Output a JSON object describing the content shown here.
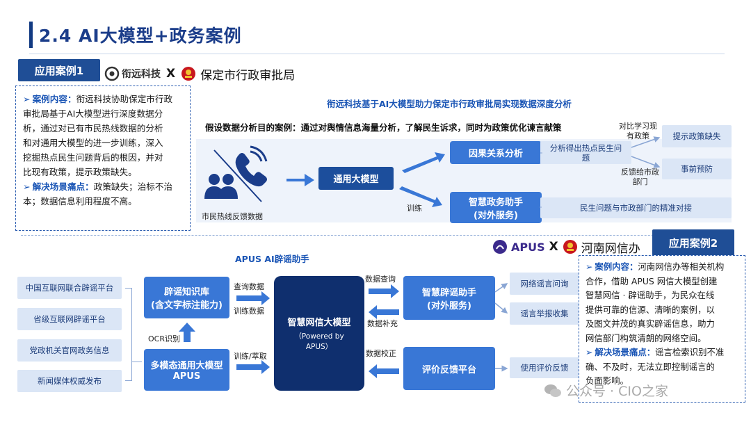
{
  "page_title": "2.4 AI大模型+政务案例",
  "case1": {
    "tag": "应用案例1",
    "company": "衔远科技",
    "x": "X",
    "partner": "保定市行政审批局",
    "content_head": "案例内容：",
    "content_lines": [
      "衔远科技协助保定市行政",
      "审批局基于AI大模型进行深度数据分",
      "析，通过对已有市民热线数据的分析",
      "和对通用大模型的进一步训练，深入",
      "挖掘热点民生问题背后的根因，并对",
      "比现有政策，提示政策缺失。"
    ],
    "pain_head": "解决场景痛点：",
    "pain_lines": [
      "政策缺失；治标不治",
      "本；数据信息利用程度不高。"
    ],
    "diagram_title": "衔远科技基于AI大模型助力保定市行政审批局实现数据深度分析",
    "subtitle": "假设数据分析目的案例：通过对舆情信息海量分析，了解民生诉求，同时为政策优化谏言献策",
    "hotline_label": "市民热线反馈数据",
    "general_model": "通用大模型",
    "causal": "因果关系分析",
    "train": "训练",
    "assistant_l1": "智慧政务助手",
    "assistant_l2": "(对外服务)",
    "analysis_l1": "分析得出热点民生问",
    "analysis_l2": "题",
    "compare_l1": "对比学习现",
    "compare_l2": "有政策",
    "feedback_l1": "反馈给市政",
    "feedback_l2": "部门",
    "policy_gap": "提示政策缺失",
    "prevent": "事前预防",
    "match": "民生问题与市政部门的精准对接"
  },
  "case2": {
    "tag": "应用案例2",
    "company": "APUS",
    "x": "X",
    "partner": "河南网信办",
    "diagram_title": "APUS AI辟谣助手",
    "sources": [
      "中国互联网联合辟谣平台",
      "省级互联网辟谣平台",
      "党政机关官网政务信息",
      "新闻媒体权威发布"
    ],
    "ocr": "OCR识别",
    "knowledge_l1": "辟谣知识库",
    "knowledge_l2": "(含文字标注能力)",
    "multimodal_l1": "多模态通用大模型",
    "multimodal_l2": "APUS",
    "query_data": "查询数据",
    "train_data": "训练数据",
    "train_extract": "训练/萃取",
    "center_l1": "智慧网信大模型",
    "center_l2": "（Powered by",
    "center_l3": "APUS）",
    "data_query": "数据查询",
    "data_supplement": "数据补充",
    "data_check": "数据校正",
    "rumor_l1": "智慧辟谣助手",
    "rumor_l2": "(对外服务)",
    "eval": "评价反馈平台",
    "ask": "网络谣言问询",
    "report": "谣言举报收集",
    "use_eval": "使用评价反馈",
    "content_head": "案例内容：",
    "content_lines": [
      "河南网信办等相关机构",
      "合作，借助 APUS 网信大模型创建",
      "智慧网信 · 辟谣助手，为民众在线",
      "提供可靠的信源、清晰的案例，以",
      "及图文并茂的真实辟谣信息，助力",
      "网信部门构筑清朗的网络空间。"
    ],
    "pain_head": "解决场景痛点：",
    "pain_lines": [
      "谣言检索识别不准",
      "确、不及时，无法立即控制谣言的",
      "负面影响。"
    ]
  },
  "watermark": "公众号 · CIO之家",
  "colors": {
    "navy": "#0f2f6e",
    "dark_blue": "#1c4e9c",
    "blue": "#3977d6",
    "light": "#dbe6f6",
    "accent": "#1a55b5"
  },
  "icons": [
    "phone-icon",
    "people-icon",
    "apus-logo-icon",
    "emblem-icon",
    "wechat-icon"
  ]
}
